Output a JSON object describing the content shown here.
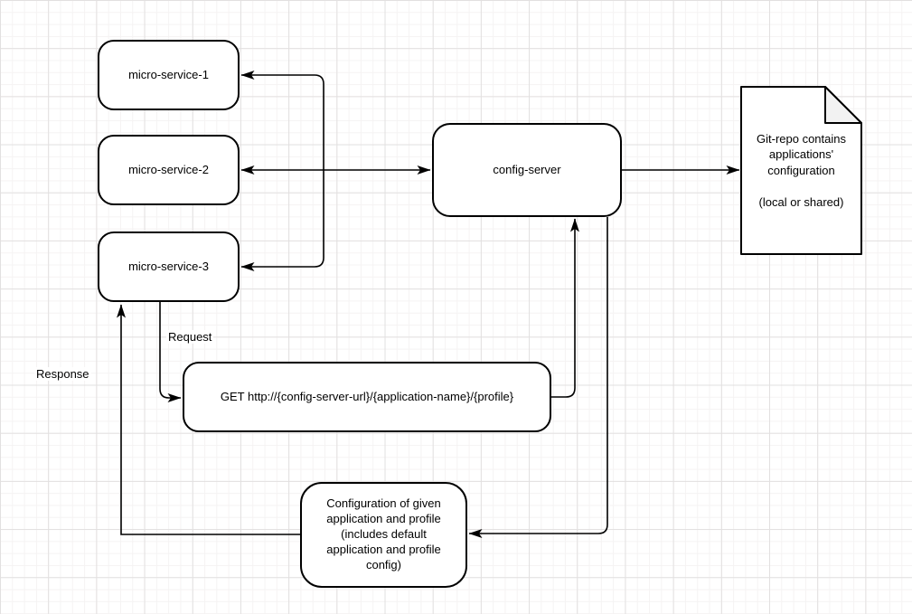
{
  "diagram": {
    "nodes": {
      "micro_service_1": "micro-service-1",
      "micro_service_2": "micro-service-2",
      "micro_service_3": "micro-service-3",
      "config_server": "config-server",
      "git_repo": "Git-repo contains\napplications'\nconfiguration\n\n(local or shared)",
      "get_request": "GET http://{config-server-url}/{application-name}/{profile}",
      "config_result": "Configuration of given\napplication and profile\n(includes default\napplication and profile\nconfig)"
    },
    "edge_labels": {
      "request": "Request",
      "response": "Response"
    },
    "colors": {
      "stroke": "#000000",
      "node_fill": "#ffffff",
      "fold_fill": "#f2f2f2",
      "grid_minor": "#f5f3f3",
      "grid_major": "#e2e0e0"
    }
  }
}
